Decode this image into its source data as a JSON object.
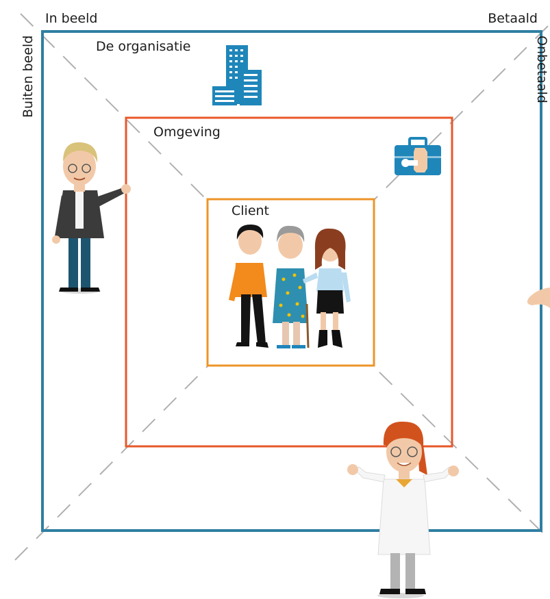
{
  "labels": {
    "in_beeld": "In beeld",
    "betaald": "Betaald",
    "buiten_beeld": "Buiten beeld",
    "onbetaald": "Onbetaald",
    "organisatie": "De organisatie",
    "omgeving": "Omgeving",
    "client": "Client"
  },
  "colors": {
    "outer_frame": "#2f7fa2",
    "middle_frame": "#e8572a",
    "inner_frame": "#ee9428",
    "dashed_lines": "#b0b0b0",
    "icon_blue": "#1f86ba"
  },
  "icons": [
    "building-icon",
    "toolbox-icon"
  ],
  "figures": [
    "manager-figure",
    "client-group",
    "nurse-figure",
    "partial-hand"
  ]
}
